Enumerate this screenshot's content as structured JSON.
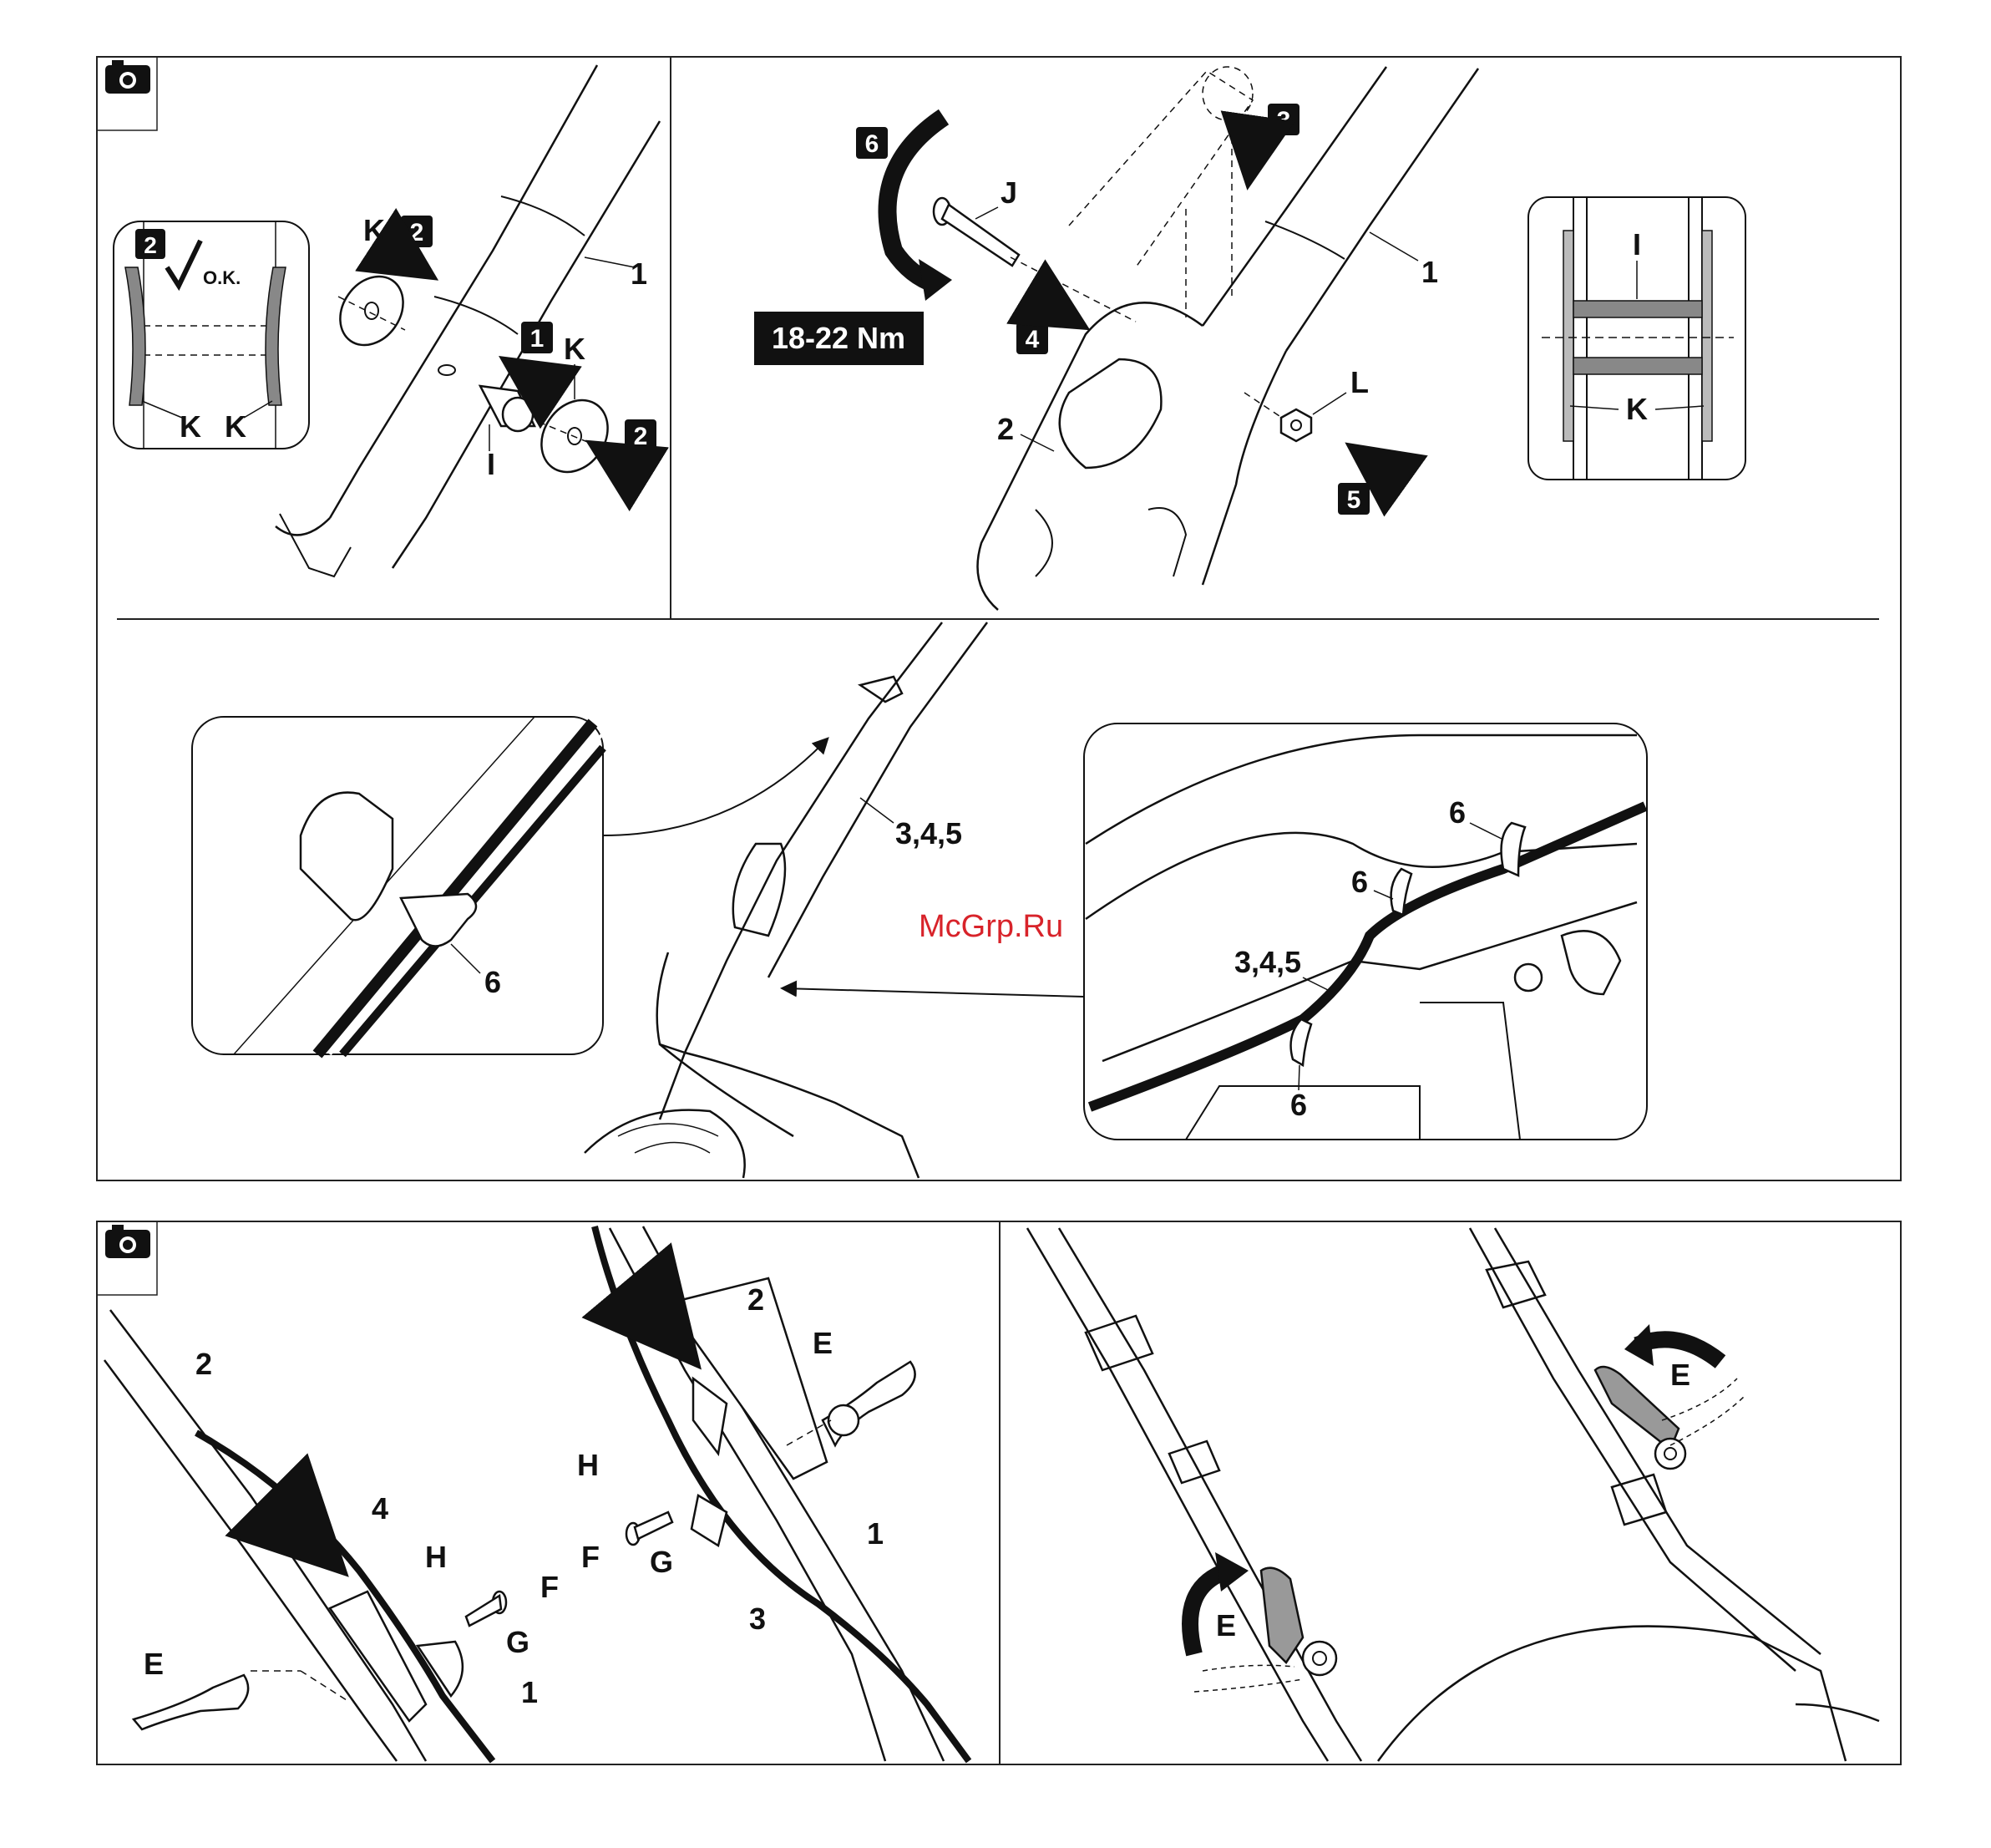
{
  "watermark": "McGrp.Ru",
  "panel_top_left": {
    "camera_icon": "camera-icon",
    "badges": [
      "2",
      "1",
      "2",
      "2"
    ],
    "labels": {
      "k_top": "K",
      "k_right": "K",
      "part_1": "1",
      "part_i": "I"
    },
    "inset": {
      "badge": "2",
      "ok_text": "O.K.",
      "k_left": "K",
      "k_right": "K"
    }
  },
  "panel_top_right": {
    "torque": "18-22 Nm",
    "badges": [
      "6",
      "3",
      "4",
      "5"
    ],
    "labels": {
      "j": "J",
      "l": "L",
      "part_1": "1",
      "part_2": "2"
    },
    "inset": {
      "i": "I",
      "k": "K"
    }
  },
  "panel_middle": {
    "label_main": "3,4,5",
    "inset_left": {
      "label": "6"
    },
    "inset_right": {
      "label_a": "6",
      "label_b": "6",
      "label_c": "3,4,5",
      "label_d": "6"
    }
  },
  "panel_bottom_left": {
    "camera_icon": "camera-icon",
    "left_assembly": {
      "part_2": "2",
      "part_4": "4",
      "part_h": "H",
      "part_f": "F",
      "part_g": "G",
      "part_e": "E",
      "part_1": "1"
    },
    "right_assembly": {
      "part_2": "2",
      "part_e": "E",
      "part_h": "H",
      "part_f": "F",
      "part_g": "G",
      "part_1": "1",
      "part_3": "3"
    }
  },
  "panel_bottom_right": {
    "label_e_left": "E",
    "label_e_right": "E"
  }
}
